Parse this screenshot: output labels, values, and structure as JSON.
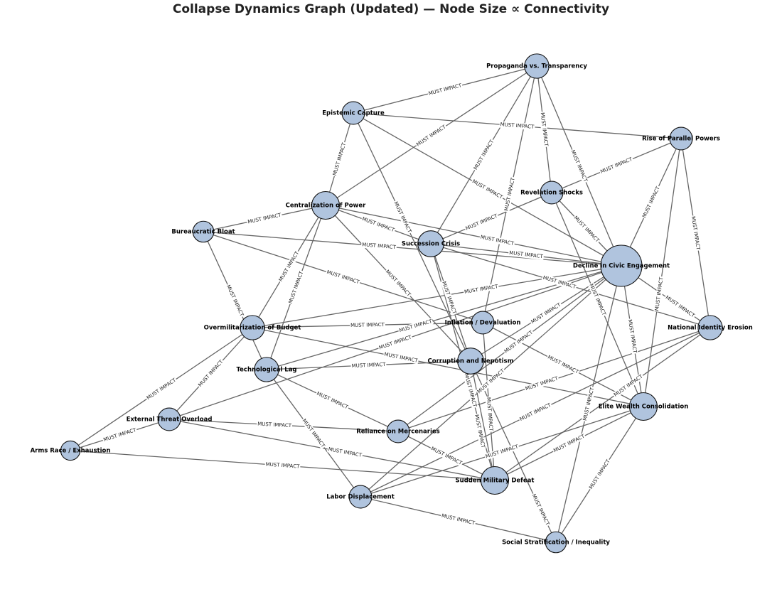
{
  "title": "Collapse Dynamics Graph (Updated) — Node Size ∝ Connectivity",
  "node_color": "#b0c4de",
  "edge_color": "#666666",
  "nodes": [
    {
      "id": "propaganda",
      "label": "Propaganda vs. Transparency"
    },
    {
      "id": "epistemic",
      "label": "Epistemic Capture"
    },
    {
      "id": "parallel",
      "label": "Rise of Parallel Powers"
    },
    {
      "id": "revelation",
      "label": "Revelation Shocks"
    },
    {
      "id": "centralization",
      "label": "Centralization of Power"
    },
    {
      "id": "bureaucratic",
      "label": "Bureaucratic Bloat"
    },
    {
      "id": "succession",
      "label": "Succession Crisis"
    },
    {
      "id": "civic",
      "label": "Decline in Civic Engagement"
    },
    {
      "id": "overmil",
      "label": "Overmilitarization of Budget"
    },
    {
      "id": "inflation",
      "label": "Inflation / Devaluation"
    },
    {
      "id": "identity",
      "label": "National Identity Erosion"
    },
    {
      "id": "techlag",
      "label": "Technological Lag"
    },
    {
      "id": "corruption",
      "label": "Corruption and Nepotism"
    },
    {
      "id": "elite",
      "label": "Elite Wealth Consolidation"
    },
    {
      "id": "external",
      "label": "External Threat Overload"
    },
    {
      "id": "mercenaries",
      "label": "Reliance on Mercenaries"
    },
    {
      "id": "armsrace",
      "label": "Arms Race / Exhaustion"
    },
    {
      "id": "defeat",
      "label": "Sudden Military Defeat"
    },
    {
      "id": "labor",
      "label": "Labor Displacement"
    },
    {
      "id": "stratification",
      "label": "Social Stratification / Inequality"
    }
  ],
  "edges": [
    {
      "source": "epistemic",
      "target": "propaganda",
      "label": "MUST IMPACT"
    },
    {
      "source": "epistemic",
      "target": "parallel",
      "label": "MUST IMPACT"
    },
    {
      "source": "epistemic",
      "target": "centralization",
      "label": "MUST IMPACT"
    },
    {
      "source": "epistemic",
      "target": "civic",
      "label": "MUST IMPACT"
    },
    {
      "source": "epistemic",
      "target": "corruption",
      "label": "MUST IMPACT"
    },
    {
      "source": "propaganda",
      "target": "centralization",
      "label": "MUST IMPACT"
    },
    {
      "source": "propaganda",
      "target": "succession",
      "label": "MUST IMPACT"
    },
    {
      "source": "propaganda",
      "target": "inflation",
      "label": "MUST IMPACT"
    },
    {
      "source": "propaganda",
      "target": "revelation",
      "label": "MUST IMPACT"
    },
    {
      "source": "propaganda",
      "target": "civic",
      "label": "MUST IMPACT"
    },
    {
      "source": "parallel",
      "target": "revelation",
      "label": "MUST IMPACT"
    },
    {
      "source": "parallel",
      "target": "civic",
      "label": "MUST IMPACT"
    },
    {
      "source": "parallel",
      "target": "identity",
      "label": "MUST IMPACT"
    },
    {
      "source": "parallel",
      "target": "elite",
      "label": "MUST IMPACT"
    },
    {
      "source": "revelation",
      "target": "succession",
      "label": "MUST IMPACT"
    },
    {
      "source": "revelation",
      "target": "civic",
      "label": "MUST IMPACT"
    },
    {
      "source": "revelation",
      "target": "elite",
      "label": "MUST IMPACT"
    },
    {
      "source": "centralization",
      "target": "bureaucratic",
      "label": "MUST IMPACT"
    },
    {
      "source": "centralization",
      "target": "civic",
      "label": "MUST IMPACT"
    },
    {
      "source": "centralization",
      "target": "succession",
      "label": "MUST IMPACT"
    },
    {
      "source": "centralization",
      "target": "overmil",
      "label": "MUST IMPACT"
    },
    {
      "source": "centralization",
      "target": "techlag",
      "label": "MUST IMPACT"
    },
    {
      "source": "centralization",
      "target": "corruption",
      "label": "MUST IMPACT"
    },
    {
      "source": "bureaucratic",
      "target": "civic",
      "label": "MUST IMPACT"
    },
    {
      "source": "bureaucratic",
      "target": "inflation",
      "label": "MUST IMPACT"
    },
    {
      "source": "bureaucratic",
      "target": "techlag",
      "label": "MUST IMPACT"
    },
    {
      "source": "succession",
      "target": "civic",
      "label": "MUST IMPACT"
    },
    {
      "source": "succession",
      "target": "identity",
      "label": "MUST IMPACT"
    },
    {
      "source": "succession",
      "target": "corruption",
      "label": "MUST IMPACT"
    },
    {
      "source": "succession",
      "target": "defeat",
      "label": "MUST IMPACT"
    },
    {
      "source": "civic",
      "target": "overmil",
      "label": "MUST IMPACT"
    },
    {
      "source": "civic",
      "target": "techlag",
      "label": "MUST IMPACT"
    },
    {
      "source": "civic",
      "target": "external",
      "label": "MUST IMPACT"
    },
    {
      "source": "civic",
      "target": "corruption",
      "label": "MUST IMPACT"
    },
    {
      "source": "civic",
      "target": "labor",
      "label": "MUST IMPACT"
    },
    {
      "source": "civic",
      "target": "stratification",
      "label": "MUST IMPACT"
    },
    {
      "source": "civic",
      "target": "elite",
      "label": "MUST IMPACT"
    },
    {
      "source": "civic",
      "target": "identity",
      "label": "MUST IMPACT"
    },
    {
      "source": "civic",
      "target": "mercenaries",
      "label": "MUST IMPACT"
    },
    {
      "source": "overmil",
      "target": "inflation",
      "label": "MUST IMPACT"
    },
    {
      "source": "overmil",
      "target": "armsrace",
      "label": "MUST IMPACT"
    },
    {
      "source": "overmil",
      "target": "external",
      "label": "MUST IMPACT"
    },
    {
      "source": "overmil",
      "target": "elite",
      "label": "MUST IMPACT"
    },
    {
      "source": "inflation",
      "target": "defeat",
      "label": "MUST IMPACT"
    },
    {
      "source": "inflation",
      "target": "elite",
      "label": "MUST IMPACT"
    },
    {
      "source": "techlag",
      "target": "corruption",
      "label": "MUST IMPACT"
    },
    {
      "source": "techlag",
      "target": "mercenaries",
      "label": "MUST IMPACT"
    },
    {
      "source": "techlag",
      "target": "labor",
      "label": "MUST IMPACT"
    },
    {
      "source": "external",
      "target": "mercenaries",
      "label": "MUST IMPACT"
    },
    {
      "source": "external",
      "target": "defeat",
      "label": "MUST IMPACT"
    },
    {
      "source": "external",
      "target": "armsrace",
      "label": "MUST IMPACT"
    },
    {
      "source": "armsrace",
      "target": "defeat",
      "label": "MUST IMPACT"
    },
    {
      "source": "mercenaries",
      "target": "identity",
      "label": "MUST IMPACT"
    },
    {
      "source": "mercenaries",
      "target": "defeat",
      "label": "MUST IMPACT"
    },
    {
      "source": "labor",
      "target": "stratification",
      "label": "MUST IMPACT"
    },
    {
      "source": "labor",
      "target": "elite",
      "label": "MUST IMPACT"
    },
    {
      "source": "identity",
      "target": "defeat",
      "label": "MUST IMPACT"
    },
    {
      "source": "identity",
      "target": "labor",
      "label": "MUST IMPACT"
    },
    {
      "source": "elite",
      "target": "stratification",
      "label": "MUST IMPACT"
    },
    {
      "source": "corruption",
      "target": "stratification",
      "label": "MUST IMPACT"
    },
    {
      "source": "corruption",
      "target": "defeat",
      "label": "MUST IMPACT"
    },
    {
      "source": "elite",
      "target": "defeat",
      "label": "MUST IMPACT"
    }
  ]
}
